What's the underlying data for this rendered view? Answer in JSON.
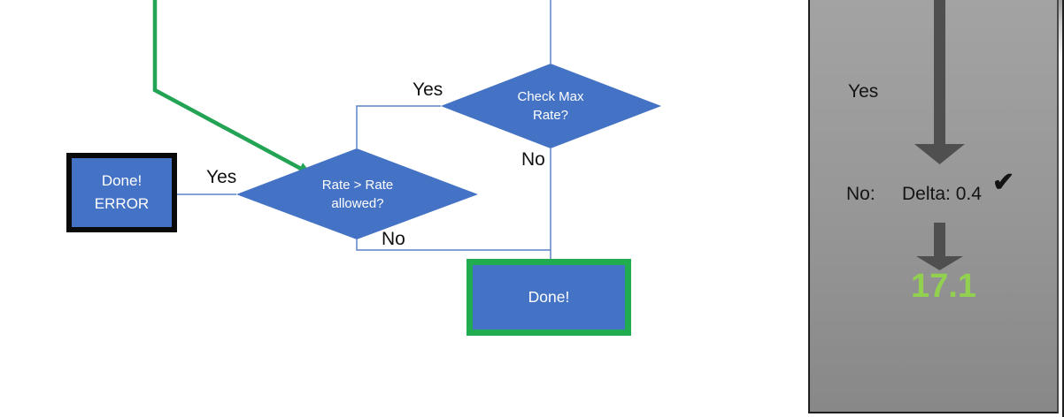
{
  "colors": {
    "shape_blue": "#4472C4",
    "connector_blue": "#5B83C9",
    "flow_green": "#23A455",
    "done_border_green": "#21AC4F",
    "error_border_black": "#0A0A0A",
    "result_green": "#92D050",
    "panel_gray_top": "#A3A3A3",
    "panel_gray_bottom": "#888888",
    "arrow_dark_gray": "#4F4F4F"
  },
  "flowchart": {
    "check_max_decision": {
      "line1": "Check Max",
      "line2": "Rate?"
    },
    "rate_decision": {
      "line1": "Rate > Rate",
      "line2": "allowed?"
    },
    "labels": {
      "check_max_yes": "Yes",
      "check_max_no": "No",
      "rate_yes": "Yes",
      "rate_no": "No"
    },
    "done_error_box": {
      "line1": "Done!",
      "line2": "ERROR"
    },
    "done_box": {
      "label": "Done!"
    }
  },
  "side_panel": {
    "yes_label": "Yes",
    "no_label": "No:",
    "delta_value": "Delta: 0.4",
    "checkmark_icon": "✔",
    "result_value": "17.1"
  }
}
